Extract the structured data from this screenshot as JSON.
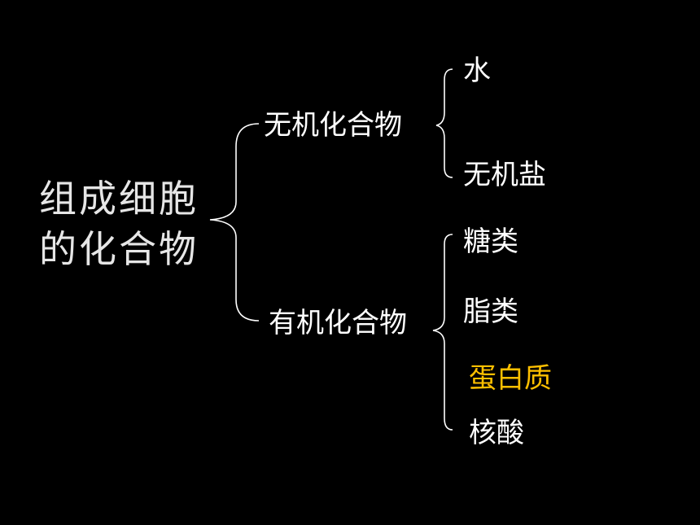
{
  "diagram": {
    "root": {
      "line1": "组成细胞",
      "line2": "的化合物"
    },
    "inorganic": {
      "label": "无机化合物",
      "children": [
        "水",
        "无机盐"
      ]
    },
    "organic": {
      "label": "有机化合物",
      "children": [
        "糖类",
        "脂类",
        "蛋白质",
        "核酸"
      ]
    },
    "highlight_color": "#ffc000",
    "text_color": "#ffffff",
    "background": "#000000"
  }
}
